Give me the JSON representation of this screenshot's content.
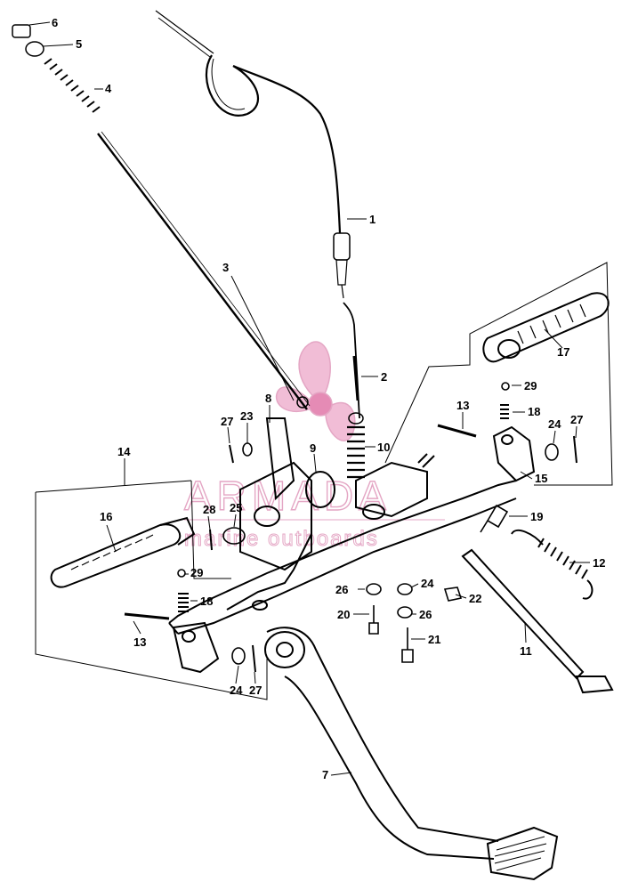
{
  "watermark": {
    "brand": "ARMADA",
    "tagline": "marine outboards",
    "color": "#e4a6c4",
    "logo_icon": "propeller-logo-icon"
  },
  "callouts": [
    {
      "id": "1"
    },
    {
      "id": "2"
    },
    {
      "id": "3"
    },
    {
      "id": "4"
    },
    {
      "id": "5"
    },
    {
      "id": "6"
    },
    {
      "id": "7"
    },
    {
      "id": "8"
    },
    {
      "id": "9"
    },
    {
      "id": "10"
    },
    {
      "id": "11"
    },
    {
      "id": "12"
    },
    {
      "id": "13"
    },
    {
      "id": "13"
    },
    {
      "id": "14"
    },
    {
      "id": "15"
    },
    {
      "id": "16"
    },
    {
      "id": "17"
    },
    {
      "id": "18"
    },
    {
      "id": "18"
    },
    {
      "id": "19"
    },
    {
      "id": "20"
    },
    {
      "id": "21"
    },
    {
      "id": "22"
    },
    {
      "id": "23"
    },
    {
      "id": "24"
    },
    {
      "id": "24"
    },
    {
      "id": "24"
    },
    {
      "id": "25"
    },
    {
      "id": "26"
    },
    {
      "id": "26"
    },
    {
      "id": "27"
    },
    {
      "id": "27"
    },
    {
      "id": "27"
    },
    {
      "id": "28"
    },
    {
      "id": "29"
    },
    {
      "id": "29"
    }
  ]
}
